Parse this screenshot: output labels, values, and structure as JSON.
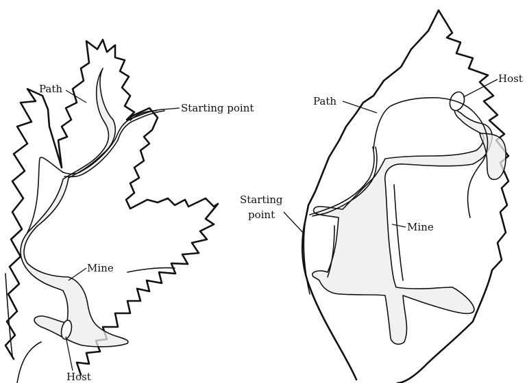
{
  "left_leaf": {
    "labels": {
      "path": "Path",
      "starting_point": "Starting point",
      "mine": "Mine",
      "host": "Host"
    }
  },
  "right_leaf": {
    "labels": {
      "path": "Path",
      "host": "Host",
      "starting_point_line1": "Starting",
      "starting_point_line2": "point",
      "mine": "Mine"
    }
  },
  "colors": {
    "ink": "#111111",
    "mine_fill": "#ececec",
    "background": "#ffffff"
  }
}
